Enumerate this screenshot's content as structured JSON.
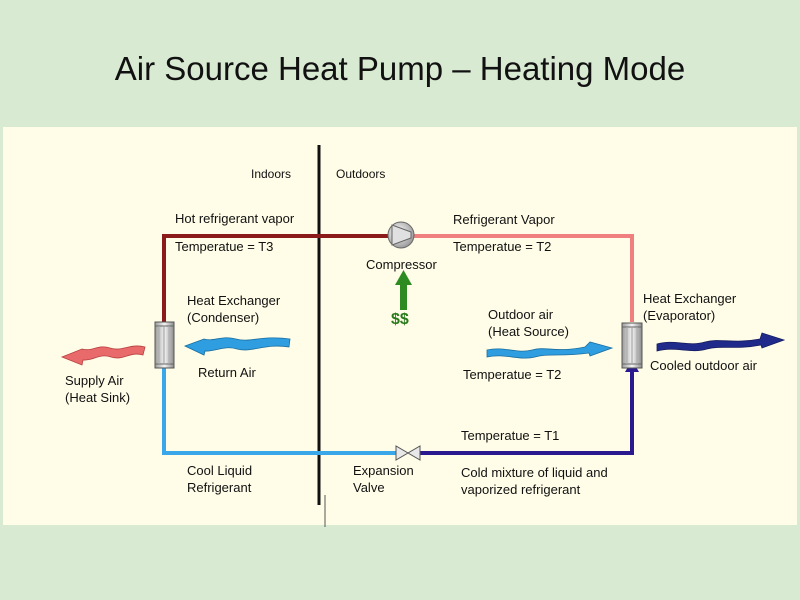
{
  "title": "Air Source Heat Pump – Heating Mode",
  "labels": {
    "indoors": "Indoors",
    "outdoors": "Outdoors",
    "hot_vapor": "Hot refrigerant vapor",
    "temp_t3": "Temperatue = T3",
    "refrigerant_vapor": "Refrigerant Vapor",
    "temp_t2_top": "Temperatue = T2",
    "compressor": "Compressor",
    "condenser": "Heat Exchanger\n(Condenser)",
    "money": "$$",
    "outdoor_air": "Outdoor air\n(Heat Source)",
    "evaporator": "Heat Exchanger\n(Evaporator)",
    "supply_air": "Supply Air\n(Heat Sink)",
    "return_air": "Return Air",
    "temp_t2_mid": "Temperatue = T2",
    "cooled_air": "Cooled outdoor air",
    "temp_t1": "Temperatue = T1",
    "cool_liquid": "Cool Liquid\nRefrigerant",
    "expansion_valve": "Expansion\nValve",
    "cold_mixture": "Cold mixture of liquid and\nvaporized refrigerant"
  },
  "colors": {
    "hot_line": "#8b1a1a",
    "warm_line": "#f08080",
    "cold_line": "#2b1a8f",
    "liquid_line": "#3aa8e8",
    "divider": "#111111",
    "arrow_green": "#2e8b22",
    "air_red": "#e86a6a",
    "air_blue": "#2e9ee0",
    "air_navy": "#1f2a8a"
  },
  "icons": [
    "compressor-icon",
    "expansion-valve-icon",
    "condenser-coil-icon",
    "evaporator-coil-icon",
    "supply-air-arrow-icon",
    "return-air-arrow-icon",
    "outdoor-air-arrow-icon",
    "cooled-air-arrow-icon",
    "energy-input-arrow-icon"
  ]
}
